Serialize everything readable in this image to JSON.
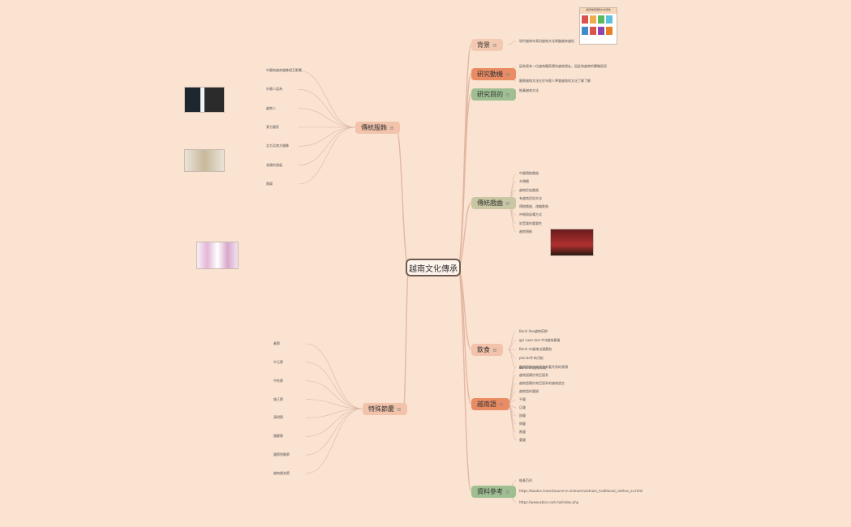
{
  "center": "越南文化傳承",
  "colors": {
    "background": "#fbe3d1",
    "center_border": "#6e5a50",
    "link_left": "#e2b7a2",
    "link_right": "#e2b7a2"
  },
  "right_branches": [
    {
      "label": "背景",
      "color": "#f3c9b1",
      "leaves": [
        "現代越南年青對越南文化興趣越來越低"
      ]
    },
    {
      "label": "研究動機",
      "color": "#e98b63",
      "leaves": [
        "因為我有一位越南籍家裡的越南朋友，因此和越南的關聯很深",
        "觀察越南文化在於年輕人學會越南的文化了解了解"
      ]
    },
    {
      "label": "研究目的",
      "color": "#9fbf92",
      "leaves": [
        "推廣越南文化"
      ]
    },
    {
      "label": "傳統戲曲",
      "color": "#c9c7a3",
      "leaves": [
        "中國傳統戲曲",
        "木偶戲",
        "越南民族戲曲",
        "有越南民俗文化",
        "傳統戲曲、改編歌曲",
        "吟唱和詠嘆方式",
        "對音樂的重要性",
        "越南傳統"
      ]
    },
    {
      "label": "飲食",
      "color": "#f2c3aa",
      "leaves": [
        "Banh Xeo越南煎餅",
        "goi cuon tom thit越南春捲",
        "Banh mi越南法國麵包",
        "pho bo牛肉河粉",
        "Banh tet越南年糕"
      ]
    },
    {
      "label": "越南語",
      "color": "#e98b63",
      "leaves": [
        "越南語和中文混合有著共同的源頭",
        "越南語屬於南亞語系",
        "越南語屬於南亞語系的越南語言",
        "越南語的聲調",
        "平聲",
        "仄聲",
        "銳聲",
        "問聲",
        "跌聲",
        "重聲"
      ]
    },
    {
      "label": "資料參考",
      "color": "#9fbf92",
      "leaves": [
        "維基百科",
        "https://baotoc.travel/source-in-vietnam/vietnam_traditional_clothes_eu.html",
        "https://www.abivn.com.tw/index.php"
      ]
    }
  ],
  "left_branches": [
    {
      "label": "傳統服飾",
      "color": "#f2c3aa",
      "leaves": [
        "中國和越南服飾相互影響",
        "外國人認為",
        "越南人",
        "東方國家",
        "北方及南方服飾",
        "長襖的發展",
        "奧黛"
      ]
    },
    {
      "label": "特殊節慶",
      "color": "#f2c3aa",
      "leaves": [
        "春節",
        "中元節",
        "中秋節",
        "雄王節",
        "清明節",
        "國慶節",
        "國際勞動節",
        "越南婦女節"
      ]
    }
  ],
  "branch_notes": [
    "≡",
    "≡",
    "≡"
  ],
  "top_image_caption": "越南傳統服飾文化特徵"
}
